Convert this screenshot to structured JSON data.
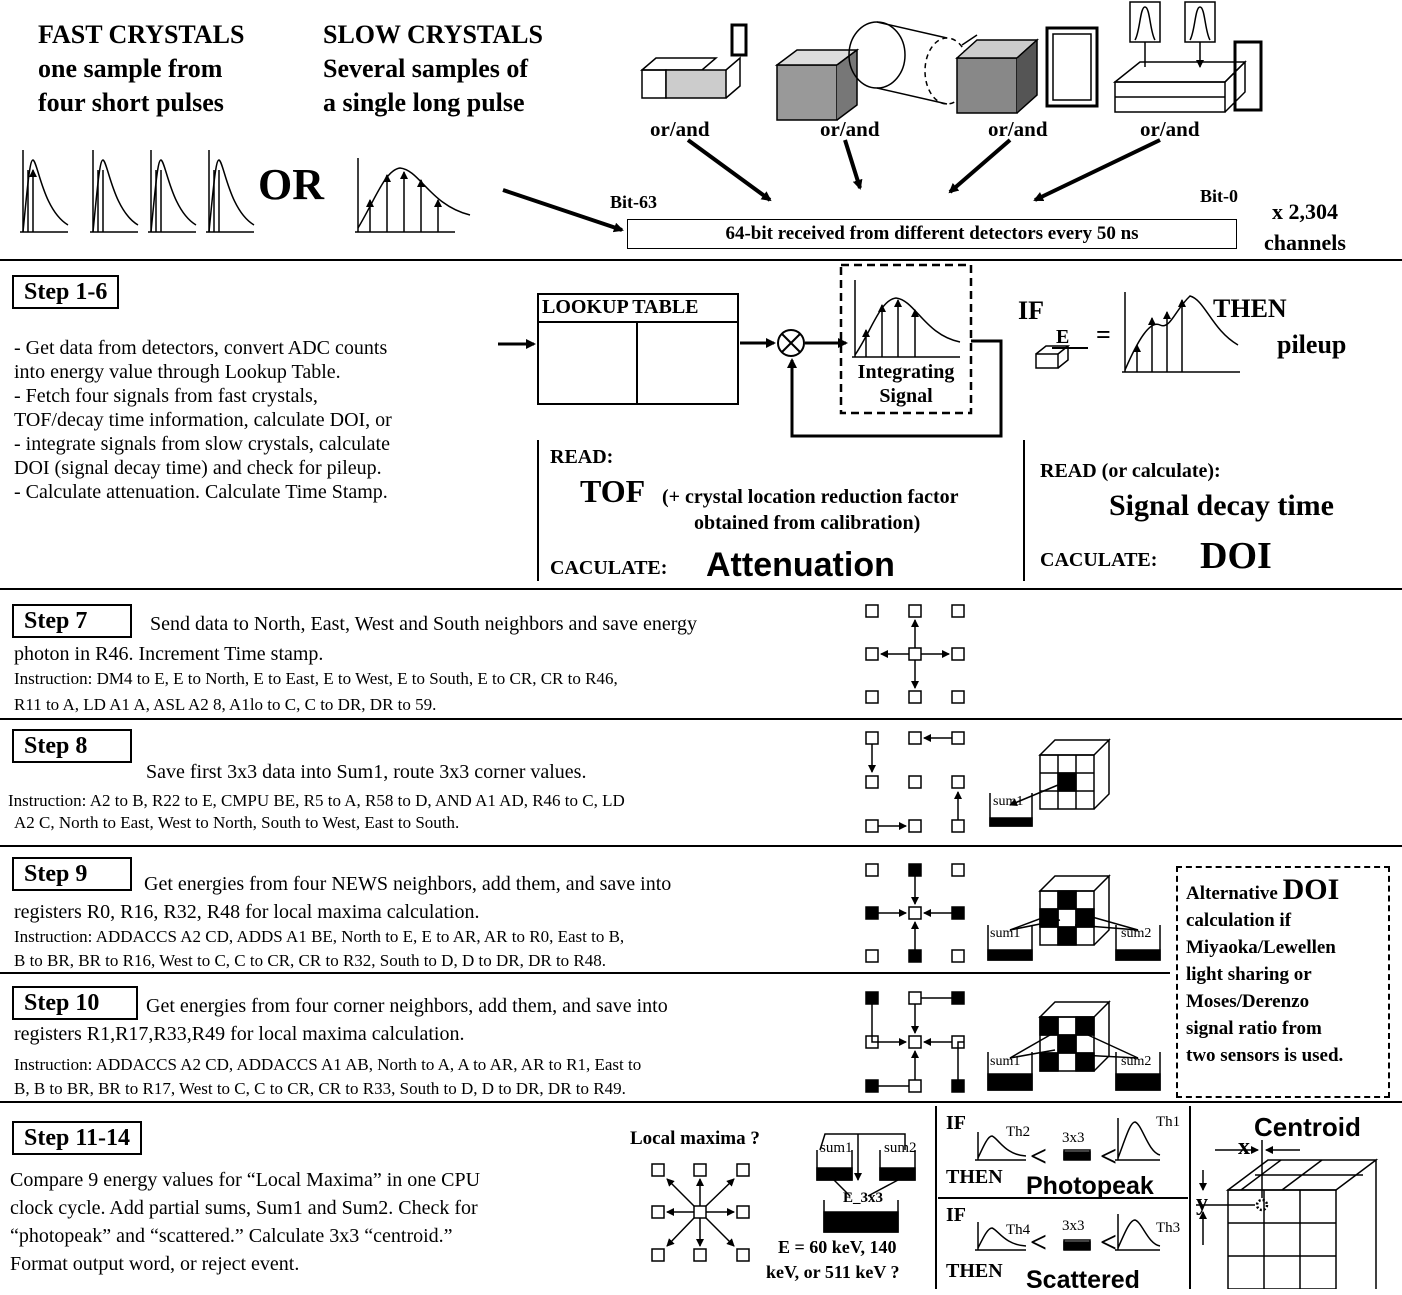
{
  "header": {
    "fast_title": "FAST CRYSTALS",
    "fast_line2": "one sample from",
    "fast_line3": "four short pulses",
    "slow_title": "SLOW CRYSTALS",
    "slow_line2": "Several samples of",
    "slow_line3": "a single long pulse",
    "or_big": "OR",
    "or_and": [
      "or/and",
      "or/and",
      "or/and",
      "or/and"
    ],
    "bit_high": "Bit-63",
    "bit_low": "Bit-0",
    "bus_text": "64-bit received from different detectors every 50 ns",
    "channels_line1": "x 2,304",
    "channels_line2": "channels"
  },
  "step1": {
    "label": "Step 1-6",
    "lines": [
      "- Get data from detectors, convert ADC counts",
      "into energy value through Lookup Table.",
      "- Fetch four signals from fast crystals,",
      "TOF/decay time information, calculate DOI, or",
      "-  integrate signals from slow crystals, calculate",
      "DOI (signal decay time) and check for pileup.",
      "- Calculate attenuation. Calculate Time Stamp."
    ],
    "lookup_table": "LOOKUP TABLE",
    "integrating_1": "Integrating",
    "integrating_2": "Signal",
    "if": "IF",
    "e": "E",
    "equals": "=",
    "then": "THEN",
    "pileup": "pileup",
    "read": "READ:",
    "tof": "TOF",
    "tof_note1": "(+ crystal location reduction factor",
    "tof_note2": "obtained from calibration)",
    "calculate_left": "CACULATE:",
    "attenuation": "Attenuation",
    "read_calc": "READ (or calculate):",
    "decay": "Signal decay time",
    "calculate_right": "CACULATE:",
    "doi": "DOI"
  },
  "step7": {
    "label": "Step 7",
    "line1": "Send data to North, East, West and South neighbors and save energy",
    "line2": "photon in R46.  Increment Time stamp.",
    "instr1": "Instruction: DM4 to E, E to North, E to East, E to West, E to South, E to CR, CR to R46,",
    "instr2": "R11 to A, LD A1 A, ASL A2 8, A1lo to C, C to DR, DR to 59."
  },
  "step8": {
    "label": "Step 8",
    "line1": "Save first 3x3 data into Sum1, route 3x3 corner values.",
    "instr1": "Instruction: A2 to B, R22 to E, CMPU BE, R5 to A, R58 to D, AND A1 AD, R46 to C, LD",
    "instr2": "A2 C, North to East, West to North, South to West, East to South.",
    "sum1": "sum1"
  },
  "step9": {
    "label": "Step 9",
    "line1": "Get energies from four NEWS neighbors, add them, and save into",
    "line2": "registers R0, R16, R32, R48 for local maxima calculation.",
    "instr1": "Instruction: ADDACCS A2 CD, ADDS A1 BE, North to E, E to AR, AR to R0, East to B,",
    "instr2": "B to BR, BR to R16, West to C, C to CR, CR to R32, South to D, D to DR, DR to R48.",
    "sum1": "sum1",
    "sum2": "sum2"
  },
  "step10": {
    "label": "Step 10",
    "line1": "Get energies from four corner neighbors, add them, and save into",
    "line2": "registers R1,R17,R33,R49 for local maxima calculation.",
    "instr1": "Instruction: ADDACCS A2 CD, ADDACCS A1 AB, North to A, A to AR, AR to R1, East to",
    "instr2": "B, B to BR, BR to R17, West to C, C to CR, CR to R33, South to D, D to DR, DR to R49.",
    "sum1": "sum1",
    "sum2": "sum2"
  },
  "alt": {
    "l1a": "Alternative",
    "l1b": "DOI",
    "l2": "calculation if",
    "l3": "Miyaoka/Lewellen",
    "l4": "light sharing or",
    "l5": "Moses/Derenzo",
    "l6": "signal ratio from",
    "l7": "two sensors is used."
  },
  "step11": {
    "label": "Step 11-14",
    "lines": [
      "Compare 9 energy values for “Local Maxima” in one CPU",
      "clock cycle.  Add partial sums, Sum1 and Sum2. Check for",
      "“photopeak” and “scattered.” Calculate 3x3 “centroid.”",
      "Format output word, or reject event."
    ],
    "local_maxima": "Local maxima ?",
    "sum1": "sum1",
    "sum2": "sum2",
    "e3x3": "E_3x3",
    "energy_q1": "E = 60 keV, 140",
    "energy_q2": "keV, or 511 keV ?",
    "if1": "IF",
    "th2": "Th2",
    "th1": "Th1",
    "lt": "<",
    "threexthree": "3x3",
    "then1": "THEN",
    "photopeak": "Photopeak",
    "if2": "IF",
    "th4": "Th4",
    "th3": "Th3",
    "then2": "THEN",
    "scattered": "Scattered",
    "centroid": "Centroid",
    "x": "x",
    "y": "y"
  }
}
